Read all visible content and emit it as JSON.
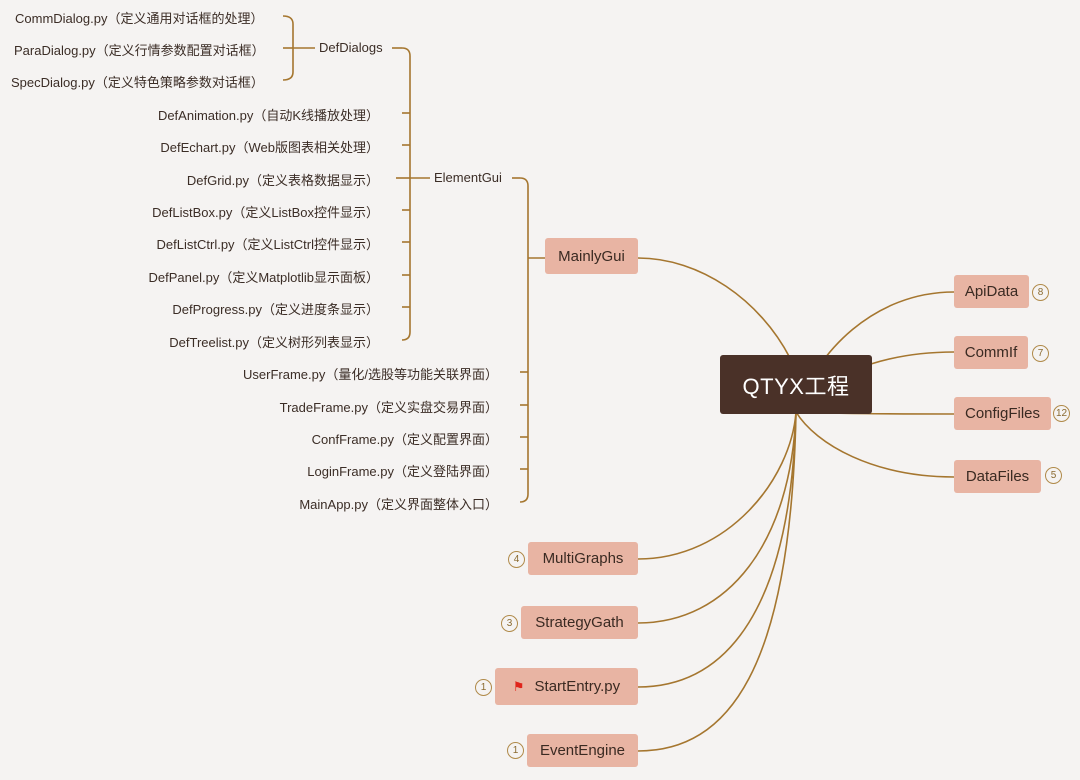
{
  "root": "QTYX工程",
  "right": [
    {
      "label": "ApiData",
      "badge": "8"
    },
    {
      "label": "CommIf",
      "badge": "7"
    },
    {
      "label": "ConfigFiles",
      "badge": "12"
    },
    {
      "label": "DataFiles",
      "badge": "5"
    }
  ],
  "bottom": [
    {
      "label": "MultiGraphs",
      "badge": "4"
    },
    {
      "label": "StrategyGath",
      "badge": "3"
    },
    {
      "label": "StartEntry.py",
      "badge": "1",
      "flag_icon": "red-flag-icon"
    },
    {
      "label": "EventEngine",
      "badge": "1"
    }
  ],
  "mainly_gui": {
    "label": "MainlyGui",
    "element_gui": {
      "label": "ElementGui",
      "def_dialogs": {
        "label": "DefDialogs",
        "items": [
          "CommDialog.py（定义通用对话框的处理）",
          "ParaDialog.py（定义行情参数配置对话框）",
          "SpecDialog.py（定义特色策略参数对话框）"
        ]
      },
      "items": [
        "DefAnimation.py（自动K线播放处理）",
        "DefEchart.py（Web版图表相关处理）",
        "DefGrid.py（定义表格数据显示）",
        "DefListBox.py（定义ListBox控件显示）",
        "DefListCtrl.py（定义ListCtrl控件显示）",
        "DefPanel.py（定义Matplotlib显示面板）",
        "DefProgress.py（定义进度条显示）",
        "DefTreelist.py（定义树形列表显示）"
      ]
    },
    "frames": [
      "UserFrame.py（量化/选股等功能关联界面）",
      "TradeFrame.py（定义实盘交易界面）",
      "ConfFrame.py（定义配置界面）",
      "LoginFrame.py（定义登陆界面）",
      "MainApp.py（定义界面整体入口）"
    ]
  },
  "colors": {
    "line": "#a5762f",
    "node": "#e8b4a3",
    "root": "#4a3128",
    "flag": "#e0241b"
  }
}
